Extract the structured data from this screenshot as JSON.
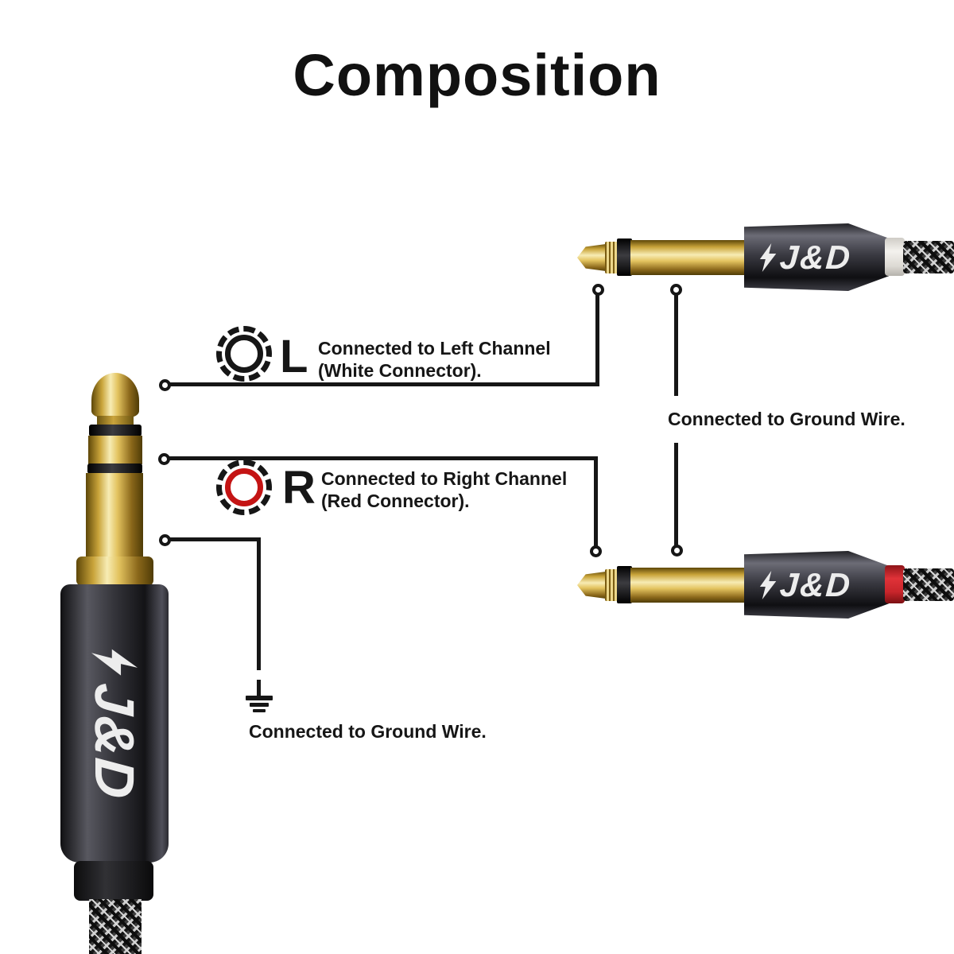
{
  "title": "Composition",
  "brand": {
    "name": "J&D"
  },
  "annotations": {
    "left_channel": {
      "letter": "L",
      "line1": "Connected to Left Channel",
      "line2": "(White Connector)."
    },
    "right_channel": {
      "letter": "R",
      "line1": "Connected to Right Channel",
      "line2": "(Red Connector)."
    },
    "ground_right": "Connected to Ground Wire.",
    "ground_bottom": "Connected to Ground Wire."
  },
  "colors": {
    "line": "#161616",
    "left_ring": "#161616",
    "right_ring": "#c41414",
    "gold_highlight": "#f7ecb4",
    "gold_shadow": "#5e4708",
    "gunmetal": "#3c3c44",
    "white_collar": "#e9e7e2",
    "red_collar": "#c8252b"
  }
}
